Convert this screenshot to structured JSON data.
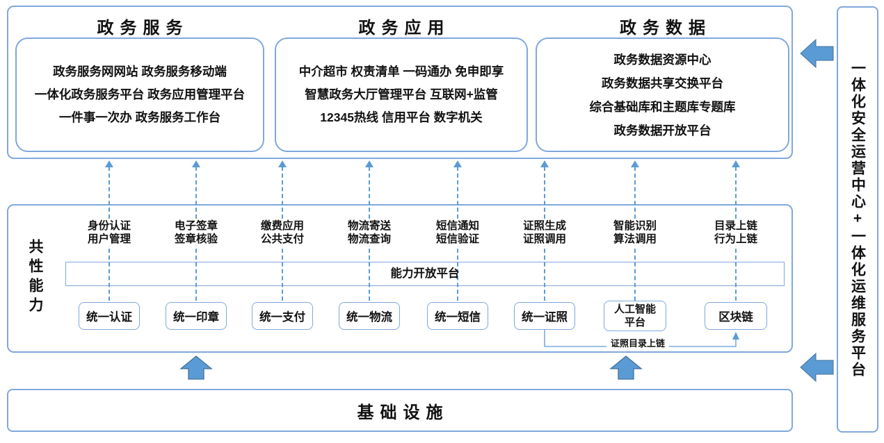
{
  "top_sections": [
    {
      "title": "政务服务",
      "lines": [
        "政务服务网网站 政务服务移动端",
        "一体化政务服务平台 政务应用管理平台",
        "一件事一次办 政务服务工作台"
      ]
    },
    {
      "title": "政务应用",
      "lines": [
        "中介超市 权责清单 一码通办 免申即享",
        "智慧政务大厅管理平台 互联网+监管",
        "12345热线 信用平台 数字机关"
      ]
    },
    {
      "title": "政务数据",
      "lines": [
        "政务数据资源中心",
        "政务数据共享交换平台",
        "综合基础库和主题库专题库",
        "政务数据开放平台"
      ]
    }
  ],
  "middle": {
    "side_label": "共性能力",
    "platform_bar": "能力开放平台",
    "chain_note": "证照目录上链",
    "columns": [
      {
        "label": "身份认证\n用户管理",
        "box": "统一认证"
      },
      {
        "label": "电子签章\n签章核验",
        "box": "统一印章"
      },
      {
        "label": "缴费应用\n公共支付",
        "box": "统一支付"
      },
      {
        "label": "物流寄送\n物流查询",
        "box": "统一物流"
      },
      {
        "label": "短信通知\n短信验证",
        "box": "统一短信"
      },
      {
        "label": "证照生成\n证照调用",
        "box": "统一证照"
      },
      {
        "label": "智能识别\n算法调用",
        "box": "人工智能\n平台"
      },
      {
        "label": "目录上链\n行为上链",
        "box": "区块链"
      }
    ]
  },
  "bottom_bar": "基础设施",
  "sidebar": "一体化安全运营中心+一体化运维服务平台",
  "colors": {
    "border": "#7fa8dc",
    "line": "#5b9bd5",
    "arrow-fill": "#5b9bd5",
    "arrow-stroke": "#41719c",
    "text": "#111111"
  }
}
